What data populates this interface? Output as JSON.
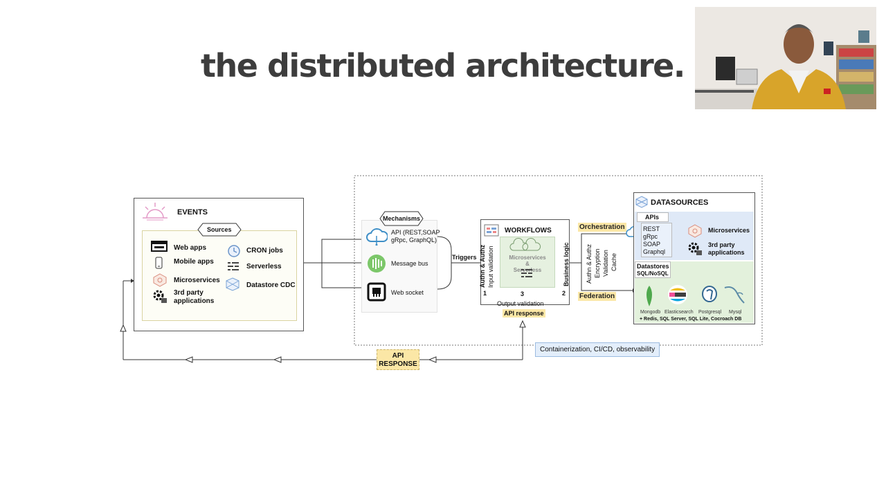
{
  "slide": {
    "title": "the distributed architecture."
  },
  "events": {
    "heading": "EVENTS",
    "sources_label": "Sources",
    "items": [
      "Web apps",
      "Mobile apps",
      "Microservices",
      "3rd party\napplications",
      "CRON jobs",
      "Serverless",
      "Datastore CDC"
    ]
  },
  "mechanisms": {
    "label": "Mechanisms",
    "api": "API (REST,SOAP\ngRpc, GraphQL)",
    "bus": "Message bus",
    "socket": "Web socket"
  },
  "triggers": "Triggers",
  "workflows": {
    "heading": "WORKFLOWS",
    "left_vertical_1": "Authn & Authz",
    "left_vertical_2": "Input validation",
    "inner": "Microservices\n&\nServerless",
    "right_vertical": "Business logic",
    "num1": "1",
    "num2": "2",
    "num3": "3",
    "output_validation": "Output validation",
    "api_response": "API response"
  },
  "middle": {
    "orchestration": "Orchestration",
    "federation": "Federation",
    "v1": "Authn & Authz",
    "v2": "Encryption",
    "v3": "Validation",
    "v4": "Cache"
  },
  "datasources": {
    "heading": "DATASOURCES",
    "apis_label": "APIs",
    "api_types": "REST\ngRpc\nSOAP\nGraphql",
    "microservices": "Microservices",
    "third_party": "3rd party\napplications",
    "datastores_label": "Datastores",
    "datastores_sub": "SQL/NoSQL",
    "dbs": [
      "Mongodb",
      "Elasticsearch",
      "Postgresql",
      "Mysql"
    ],
    "more": "+ Redis, SQL Server, SQL Lite, Cocroach DB"
  },
  "containerization": "Containerization, CI/CD, observability",
  "api_response_bottom": "API\nRESPONSE",
  "colors": {
    "highlight": "#fbe7a6",
    "blue_panel": "#dfe9f7",
    "green_panel": "#e3f1dc",
    "title_gray": "#3d3d3d"
  }
}
